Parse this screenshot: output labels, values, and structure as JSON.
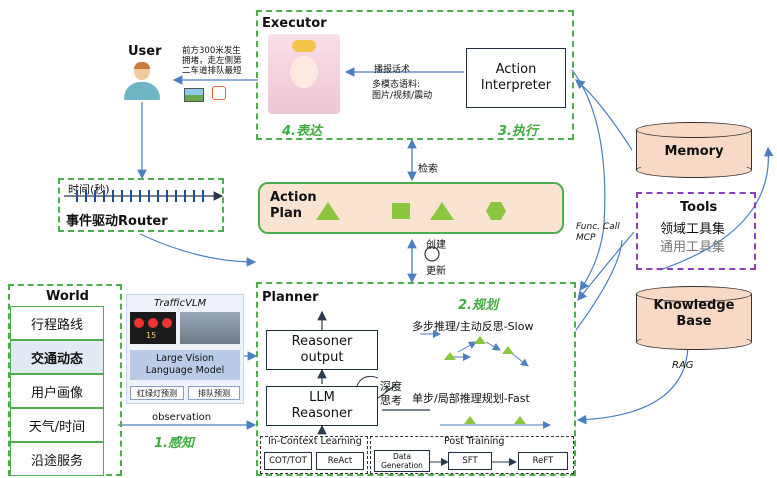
{
  "executor": {
    "title": "Executor",
    "action_interpreter": "Action\nInterpreter",
    "broadcast": "播报话术",
    "multimodal": "多模态语料:\n图片/视频/震动",
    "step_express": "4.表达",
    "step_execute": "3.执行"
  },
  "user": {
    "label": "User",
    "message": "前方300米发生\n拥堵，走左侧第\n二车道排队最短"
  },
  "router": {
    "time_label": "时间(秒)",
    "title": "事件驱动Router"
  },
  "action_plan": {
    "title": "Action\nPlan",
    "retrieve": "检索",
    "create": "创建",
    "update": "更新"
  },
  "memory": {
    "label": "Memory"
  },
  "tools": {
    "title": "Tools",
    "domain": "领域工具集",
    "general": "通用工具集"
  },
  "knowledge": {
    "label": "Knowledge\nBase",
    "rag": "RAG"
  },
  "func_call": "Func. Call\nMCP",
  "world": {
    "title": "World",
    "items": [
      "行程路线",
      "交通动态",
      "用户画像",
      "天气/时间",
      "沿途服务"
    ],
    "highlight_index": 1,
    "observation": "observation",
    "step_perceive": "1.感知"
  },
  "vlm": {
    "title": "TrafficVLM",
    "model": "Large Vision\nLanguage Model",
    "tag1": "红绿灯预测",
    "tag2": "排队预测",
    "signal_number": "15"
  },
  "planner": {
    "title": "Planner",
    "step_plan": "2.规划",
    "reasoner_output": "Reasoner\noutput",
    "llm_reasoner": "LLM\nReasoner",
    "deep_think": "深度\n思考",
    "slow": "多步推理/主动反思-Slow",
    "fast": "单步/局部推理规划-Fast",
    "icl_title": "In-Context Learning",
    "icl_items": [
      "COT/TOT",
      "ReAct"
    ],
    "pt_title": "Post Training",
    "pt_items": [
      "Data\nGeneration",
      "SFT",
      "ReFT"
    ]
  },
  "colors": {
    "green_dashed": "#4cae4c",
    "plan_fill": "#fbe3d2",
    "shape_green": "#8cc63f",
    "cylinder_fill": "#f7d9c6",
    "arrow_blue": "#4a7fc1",
    "purple": "#8a3fbf"
  }
}
